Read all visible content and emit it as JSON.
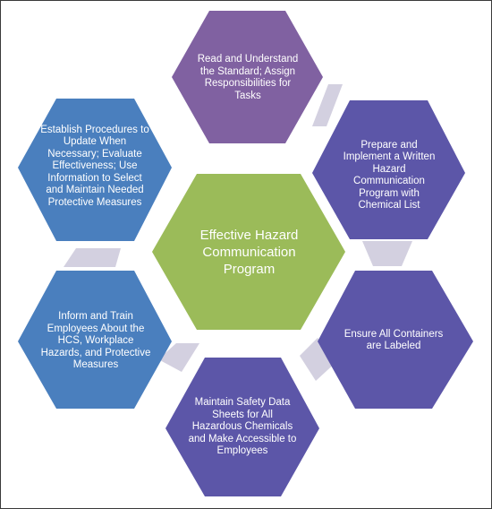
{
  "colors": {
    "center": "#9BBB59",
    "purple": "#8061A1",
    "indigo": "#5C56A8",
    "blue": "#4A7FBE",
    "connector": "#D3D0E0"
  },
  "center": {
    "label": "Effective Hazard Communication Program"
  },
  "steps": [
    {
      "label": "Read and Understand the Standard; Assign Responsibilities for Tasks"
    },
    {
      "label": "Prepare and Implement a Written Hazard Communication Program with Chemical List"
    },
    {
      "label": "Ensure All Containers are Labeled"
    },
    {
      "label": "Maintain Safety Data Sheets for All Hazardous Chemicals and Make Accessible to Employees"
    },
    {
      "label": "Inform and Train Employees About the HCS, Workplace Hazards, and Protective Measures"
    },
    {
      "label": "Establish Procedures to Update When Necessary; Evaluate Effectiveness; Use Information to Select and Maintain Needed Protective Measures"
    }
  ]
}
